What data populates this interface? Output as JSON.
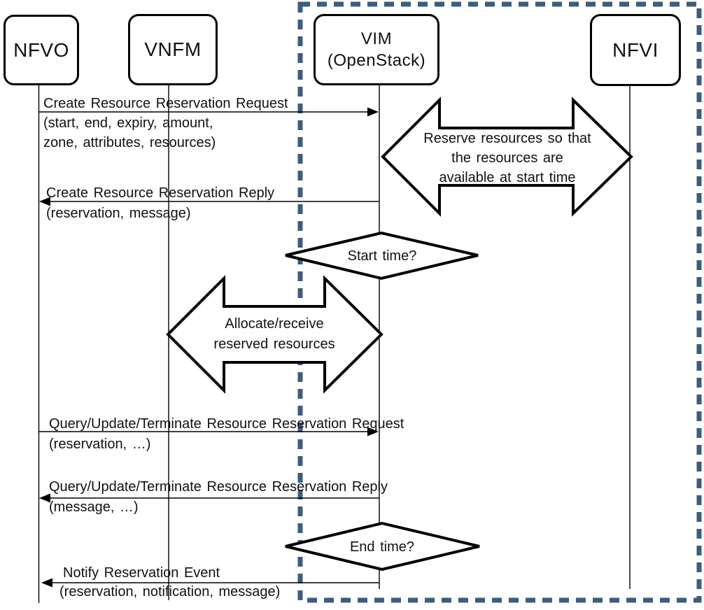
{
  "colors": {
    "line": "#000000",
    "scope_border": "#3E5C7E",
    "background": "#FFFFFF",
    "text": "#111111"
  },
  "actors": [
    {
      "id": "nfvo",
      "label": "NFVO"
    },
    {
      "id": "vnfm",
      "label": "VNFM"
    },
    {
      "id": "vim",
      "label": "VIM",
      "sublabel": "(OpenStack)"
    },
    {
      "id": "nfvi",
      "label": "NFVI"
    }
  ],
  "messages": [
    {
      "name": "create-resource-reservation-request",
      "from": "NFVO",
      "to": "VIM",
      "direction": "right",
      "lines": [
        "Create Resource Reservation Request",
        "(start, end, expiry, amount,",
        "zone, attributes, resources)"
      ]
    },
    {
      "name": "create-resource-reservation-reply",
      "from": "VIM",
      "to": "NFVO",
      "direction": "left",
      "lines": [
        "Create Resource Reservation Reply",
        "(reservation, message)"
      ]
    },
    {
      "name": "query-update-terminate-resource-reservation-request",
      "from": "NFVO",
      "to": "VIM",
      "direction": "right",
      "lines": [
        "Query/Update/Terminate Resource Reservation Request",
        "(reservation, …)"
      ]
    },
    {
      "name": "query-update-terminate-resource-reservation-reply",
      "from": "VIM",
      "to": "NFVO",
      "direction": "left",
      "lines": [
        "Query/Update/Terminate Resource Reservation Reply",
        "(message, …)"
      ]
    },
    {
      "name": "notify-reservation-event",
      "from": "VIM",
      "to": "NFVO",
      "direction": "left",
      "lines": [
        "Notify Reservation Event",
        "(reservation, notification, message)"
      ]
    }
  ],
  "activities": [
    {
      "name": "reserve-resources",
      "between": [
        "VIM",
        "NFVI"
      ],
      "lines": [
        "Reserve resources so that",
        "the resources are",
        "available at start time"
      ]
    },
    {
      "name": "allocate-receive-reserved-resources",
      "between": [
        "VNFM",
        "VIM"
      ],
      "lines": [
        "Allocate/receive",
        "reserved resources"
      ]
    }
  ],
  "conditions": [
    {
      "name": "start-time",
      "label": "Start time?"
    },
    {
      "name": "end-time",
      "label": "End time?"
    }
  ]
}
